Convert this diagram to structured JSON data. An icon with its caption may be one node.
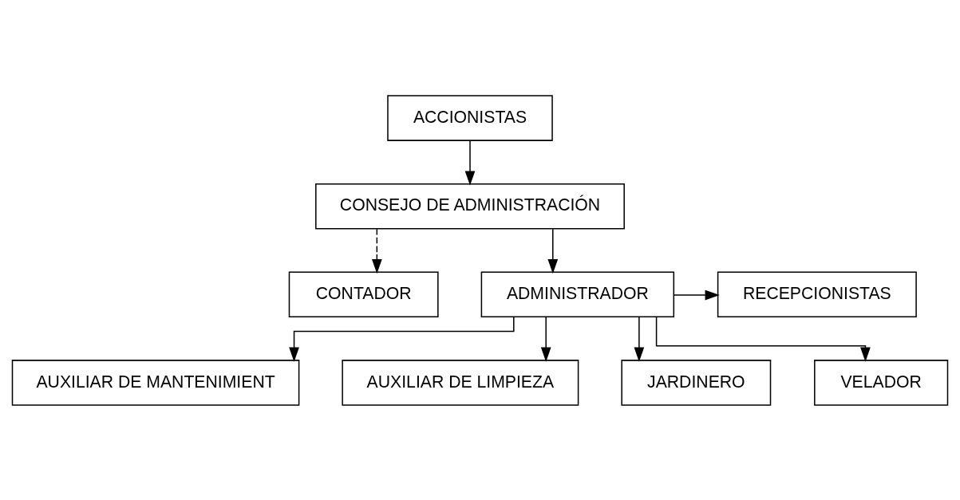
{
  "diagram": {
    "nodes": [
      {
        "text": [
          "ACCIONISTAS"
        ]
      },
      {
        "text": [
          "CONSEJO DE ADMINISTRACIÓN"
        ]
      },
      {
        "text": [
          "CONTADOR"
        ]
      },
      {
        "text": [
          "RECEPCIONISTAS"
        ]
      },
      {
        "text": [
          "ADMINISTRADOR"
        ]
      },
      {
        "text": [
          "AUXILIAR DE MANTENIMIENT"
        ]
      },
      {
        "text": [
          "AUXILIAR DE LIMPIEZA"
        ]
      },
      {
        "text": [
          "JARDINERO"
        ]
      },
      {
        "text": [
          "VELADOR"
        ]
      }
    ],
    "edges": [
      {
        "from": 0,
        "to": 1,
        "arrow": "to"
      },
      {
        "from": 1,
        "to": 2,
        "arrow": "to",
        "style": "dashed"
      },
      {
        "from": 1,
        "to": 4,
        "arrow": "to"
      },
      {
        "from": 4,
        "to": 3,
        "arrow": "to"
      },
      {
        "from": 4,
        "to": 5,
        "arrow": "to"
      },
      {
        "from": 4,
        "to": 6,
        "arrow": "to"
      },
      {
        "from": 4,
        "to": 7,
        "arrow": "to"
      },
      {
        "from": 4,
        "to": 8,
        "arrow": "to"
      }
    ]
  }
}
